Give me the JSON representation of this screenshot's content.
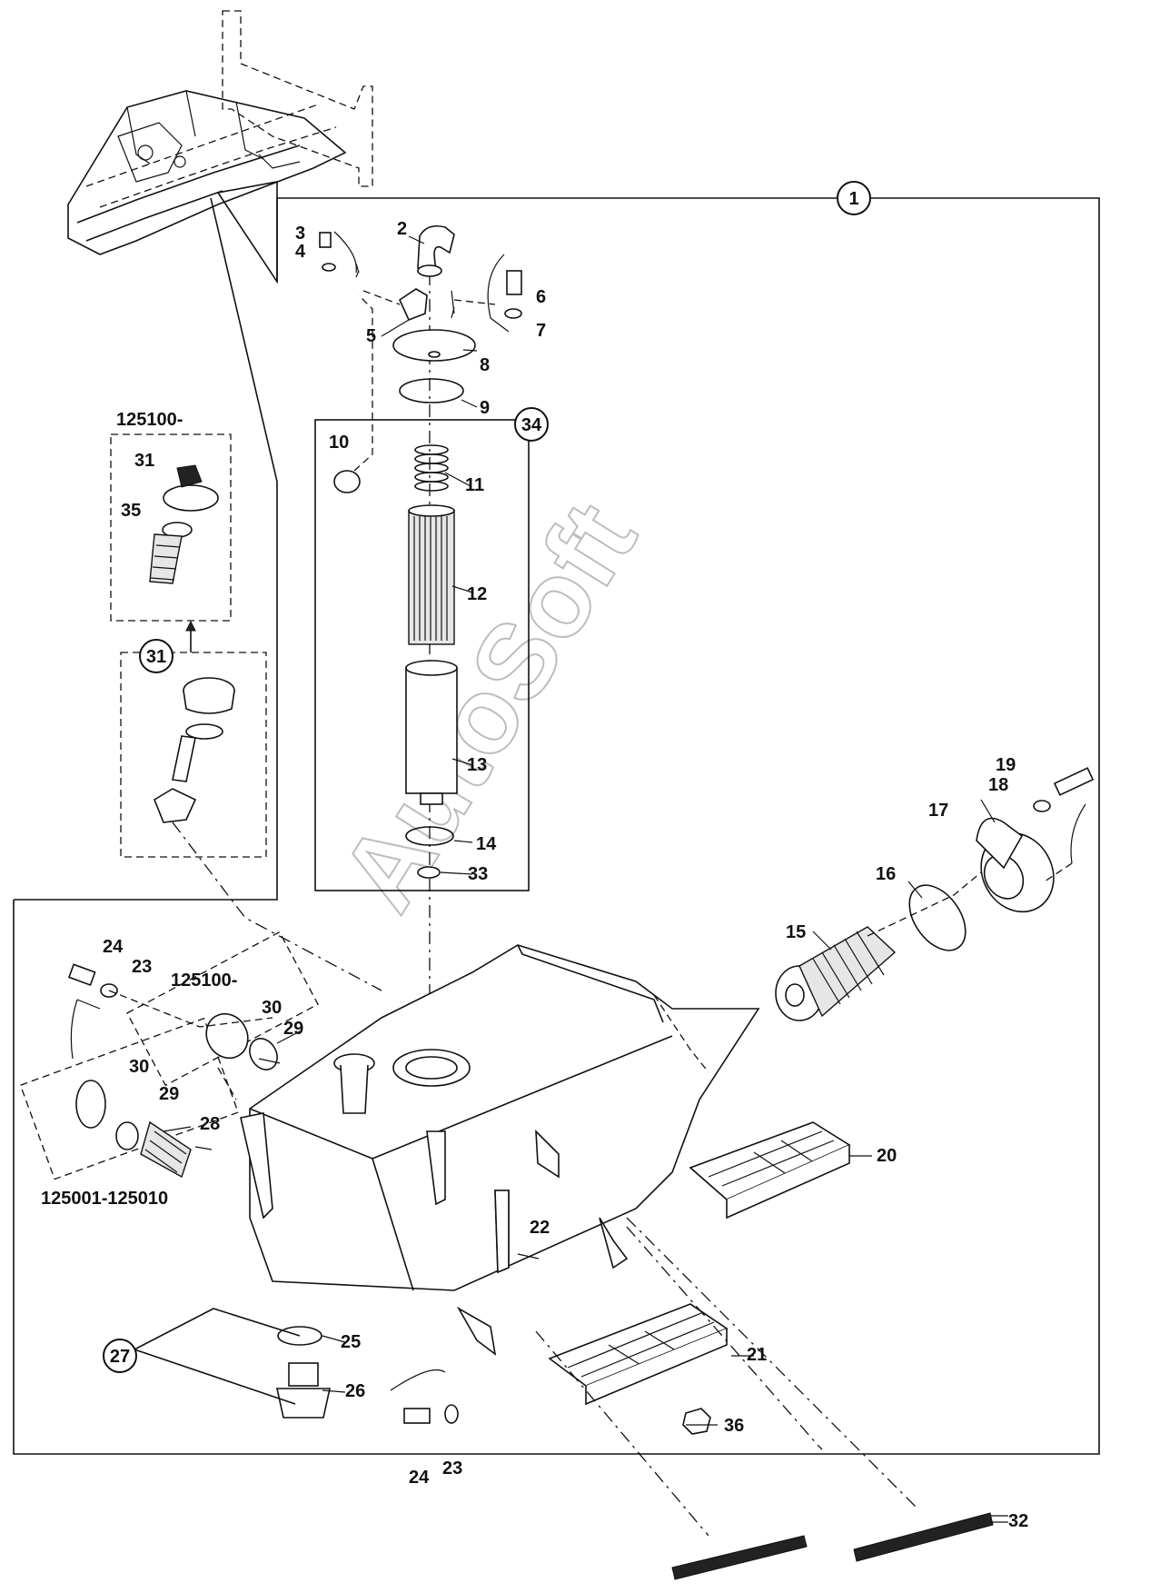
{
  "watermark": "AutoSoft",
  "group_labels": {
    "main_assembly": "1",
    "filter_kit": "34",
    "cap_kit": "27",
    "filler_cap": "31",
    "filler_cap_inset": "31"
  },
  "serial_notes": {
    "cap_inset": "125100-",
    "flange_inset": "125100-",
    "flange_range": "125001-125010"
  },
  "part_labels": {
    "p2": "2",
    "p3": "3",
    "p4": "4",
    "p5": "5",
    "p6": "6",
    "p7": "7",
    "p8": "8",
    "p9": "9",
    "p10": "10",
    "p11": "11",
    "p12": "12",
    "p13": "13",
    "p14": "14",
    "p15": "15",
    "p16": "16",
    "p17": "17",
    "p18": "18",
    "p19": "19",
    "p20": "20",
    "p21": "21",
    "p22": "22",
    "p23a": "23",
    "p23b": "23",
    "p24a": "24",
    "p24b": "24",
    "p25": "25",
    "p26": "26",
    "p28": "28",
    "p29a": "29",
    "p29b": "29",
    "p30a": "30",
    "p30b": "30",
    "p31": "31",
    "p32": "32",
    "p33": "33",
    "p35": "35",
    "p36": "36"
  }
}
